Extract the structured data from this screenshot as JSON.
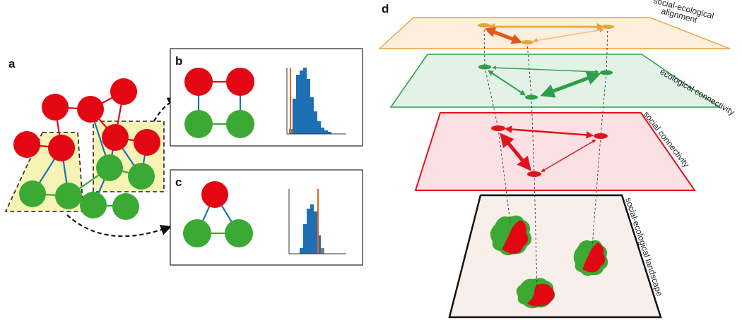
{
  "panels": {
    "a": "a",
    "b": "b",
    "c": "c",
    "d": "d"
  },
  "layers": {
    "alignment_line1": "social-ecological",
    "alignment_line2": "alignment",
    "ecological": "ecological connectivity",
    "social": "social connectivity",
    "landscape": "social-ecological landscape"
  },
  "colors": {
    "social_node": "#e30613",
    "ecological_node": "#3aaa35",
    "social_ecological_link": "#1f6fb5",
    "highlight_fill": "#f6f3b5",
    "histogram_bar": "#1f6fb5",
    "observed_line": "#e3671b",
    "alignment_plane": "#fdeedd",
    "alignment_edge": "#e9a33a",
    "ecological_plane": "#e3f2e6",
    "ecological_edge": "#2f9e4b",
    "social_plane": "#fbe1e4",
    "social_edge": "#e0131d",
    "landscape_plane": "#f8efea",
    "landscape_edge": "#111111"
  },
  "icons": {
    "arrow": "dashed-curved-arrow",
    "node": "circle"
  }
}
